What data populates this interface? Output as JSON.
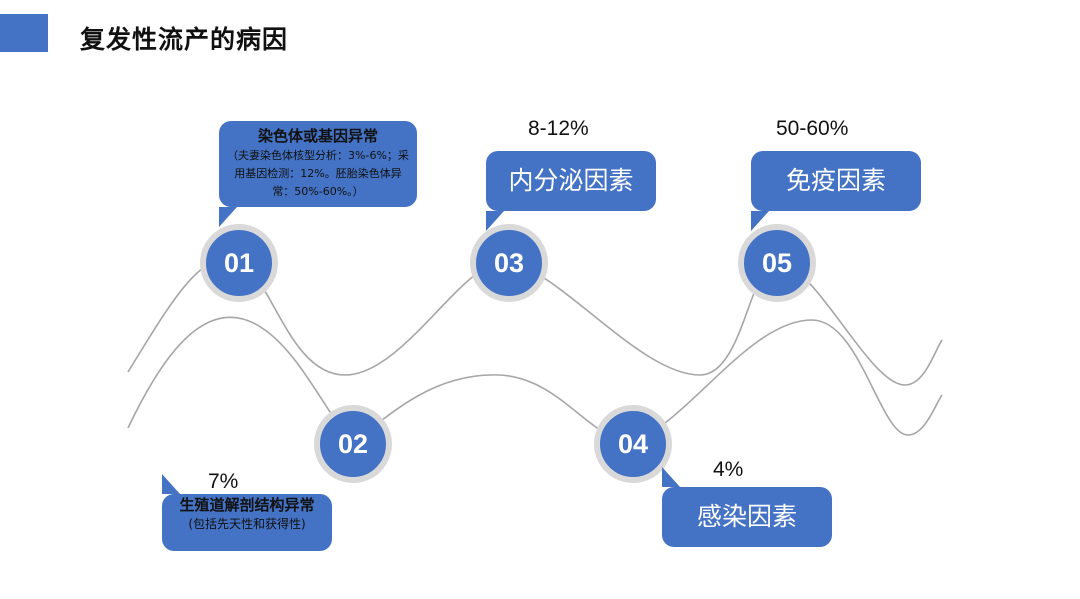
{
  "header": {
    "title": "复发性流产的病因",
    "accent_color": "#4472c4"
  },
  "nodes": [
    {
      "number": "01"
    },
    {
      "number": "02"
    },
    {
      "number": "03"
    },
    {
      "number": "04"
    },
    {
      "number": "05"
    }
  ],
  "causes": {
    "chromosome": {
      "title": "染色体或基因异常",
      "note": "（夫妻染色体核型分析：3%-6%；采用基因检测：12%。胚胎染色体异常：50%-60%。）"
    },
    "anatomy": {
      "percent": "7%",
      "title": "生殖道解剖结构异常",
      "note": "(包括先天性和获得性)"
    },
    "endocrine": {
      "percent": "8-12%",
      "title": "内分泌因素"
    },
    "infection": {
      "percent": "4%",
      "title": "感染因素"
    },
    "immune": {
      "percent": "50-60%",
      "title": "免疫因素"
    }
  },
  "colors": {
    "node_fill": "#4472c4",
    "node_ring": "#d9d9d9",
    "wave": "#a6a6a6"
  }
}
